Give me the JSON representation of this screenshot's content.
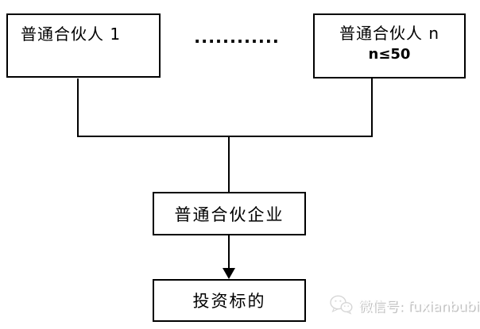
{
  "diagram": {
    "type": "flowchart",
    "nodes": {
      "gp1": {
        "label": "普通合伙人 1"
      },
      "dots": {
        "label": "............"
      },
      "gpn": {
        "label": "普通合伙人 n",
        "sublabel": "n≤50"
      },
      "enterprise": {
        "label": "普通合伙企业"
      },
      "target": {
        "label": "投资标的"
      }
    },
    "edges": [
      {
        "from": "gp1",
        "to": "enterprise",
        "style": "line"
      },
      {
        "from": "gpn",
        "to": "enterprise",
        "style": "line"
      },
      {
        "from": "enterprise",
        "to": "target",
        "style": "arrow"
      }
    ],
    "colors": {
      "line": "#000000",
      "background": "#ffffff",
      "watermark": "#c2c2c2"
    }
  },
  "watermark": {
    "icon": "wechat-icon",
    "label": "微信号: fuxianbubin"
  }
}
